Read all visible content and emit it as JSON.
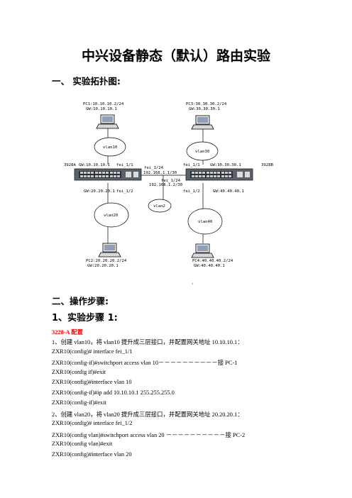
{
  "doc": {
    "title": "中兴设备静态（默认）路由实验",
    "section1": "一、  实验拓扑图:",
    "section2": "二、操作步骤:",
    "step1": "1、实验步骤 1:",
    "device_label": "3228-A 配置",
    "dot": "·",
    "lines": [
      "1、创建 vlan10，将 vlan10 提升成三层接口，并配置网关地址 10.10.10.1：",
      "ZXR10(config)#    interface    fei_1/1",
      "ZXR10(config-if)#switchport access    vlan 10－－－－－－－－－－接 PC-1",
      "ZXR10(config   if)#exit",
      "ZXR10(config)#interface vlan 10",
      "ZXR10(config-if)#ip add 10.10.10.1 255.255.255.0",
      "ZXR10(config-if)#exit",
      "2、创建 vlan20，将 vlan20 提升成三层接口，并配置网关地址 20.20.20.1：",
      "ZXR10(config)# interface    fei_1/2",
      "ZXR10(config vlan)#switchport access    vlan    20    －－－－－－－－－－接 PC-2",
      "ZXR10(config   vlan)#exit",
      "ZXR10(config)#interface vlan 20"
    ]
  },
  "diagram": {
    "pc1": [
      "PC1:10.10.10.2/24",
      "GW:10.10.10.1"
    ],
    "pc3": [
      "PC3:30.30.30.2/24",
      "GW:30.30.30.1"
    ],
    "pc2": [
      "PC2:20.20.20.2/24",
      "GW:20.20.20.1"
    ],
    "pc4": [
      "PC4:40.40.40.2/24",
      "GW:40.40.40.1"
    ],
    "vlan10": "vlan10",
    "vlan20": "vlan20",
    "vlan30": "vlan30",
    "vlan40": "vlan40",
    "vlan2": "vlan2",
    "sw_a_name": "3928A",
    "sw_a_gw1": "GW:10.10.10.1",
    "sw_a_port1": "fei_1/1",
    "sw_a_gw2": "GW:20.20.20.1",
    "sw_a_port2": "fei_1/2",
    "sw_a_port24": "fei_1/24",
    "ip_a": "192.168.1.1/30",
    "sw_b_port24": "fei_1/24",
    "ip_b": "192.168.1.2/30",
    "sw_b_port1": "fei_1/1",
    "sw_b_gw1": "GW:30.30.30.1",
    "sw_b_name": "3928B",
    "sw_b_port2": "fei_1/2",
    "sw_b_gw2": "GW:40.40.40.1"
  }
}
